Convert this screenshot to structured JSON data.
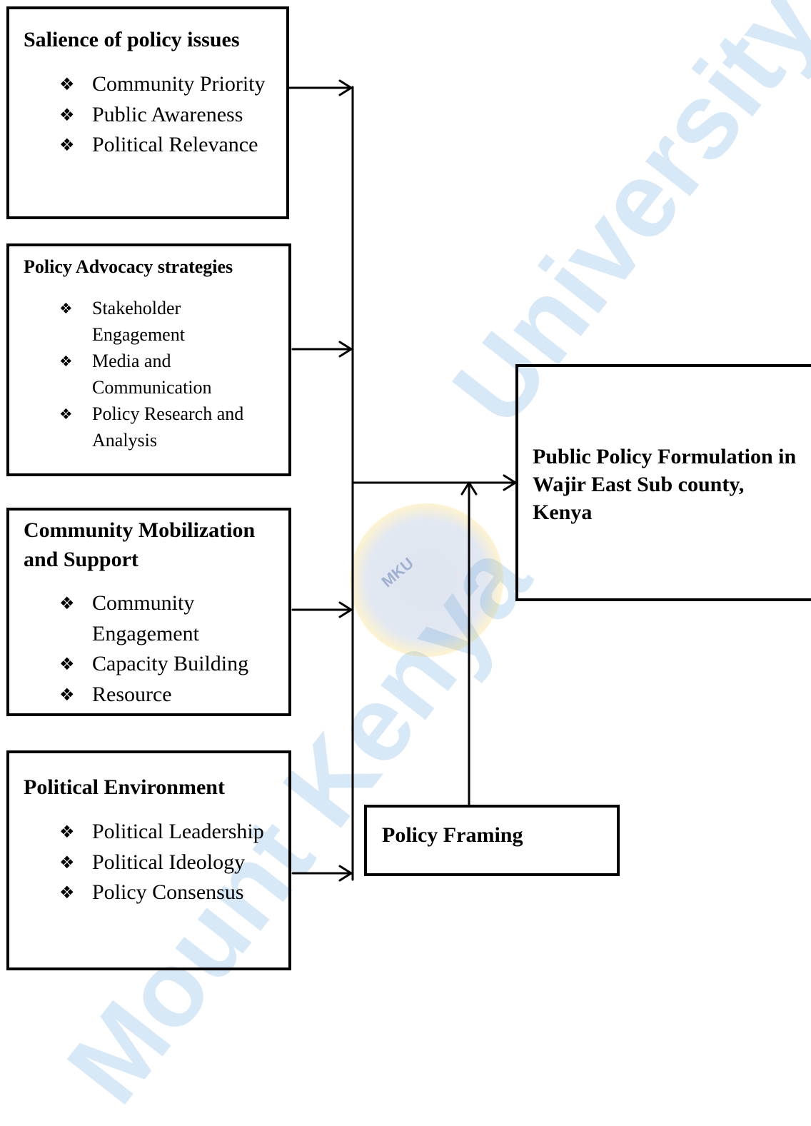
{
  "boxes": {
    "salience": {
      "title": "Salience of policy issues",
      "items": [
        "Community Priority",
        "Public Awareness",
        "Political Relevance"
      ]
    },
    "advocacy": {
      "title": "Policy Advocacy strategies",
      "items": [
        "Stakeholder Engagement",
        "Media and Communication",
        "Policy Research and Analysis"
      ]
    },
    "mobilization": {
      "title": "Community Mobilization and Support",
      "items": [
        "Community Engagement",
        "Capacity Building",
        "Resource"
      ]
    },
    "environment": {
      "title": "Political Environment",
      "items": [
        "Political Leadership",
        "Political Ideology",
        "Policy Consensus"
      ]
    },
    "outcome": {
      "title": "Public Policy Formulation in Wajir East Sub county, Kenya"
    },
    "framing": {
      "title": "Policy Framing"
    }
  },
  "bullet_glyph": "❖",
  "watermark": {
    "text_upper": "University",
    "text_lower": "Mount Kenya",
    "seal_text": "MKU",
    "color": "#4b96dc"
  }
}
